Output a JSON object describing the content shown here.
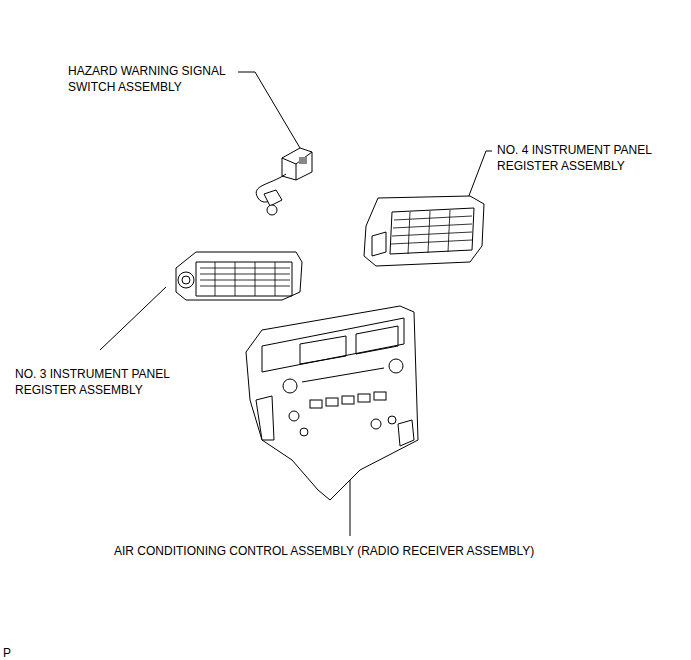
{
  "diagram": {
    "labels": [
      "HAZARD WARNING SIGNAL SWITCH ASSEMBLY",
      "NO. 4 INSTRUMENT PANEL REGISTER ASSEMBLY",
      "NO. 3 INSTRUMENT PANEL REGISTER ASSEMBLY",
      "AIR CONDITIONING CONTROL ASSEMBLY (RADIO RECEIVER ASSEMBLY)",
      "P"
    ]
  }
}
